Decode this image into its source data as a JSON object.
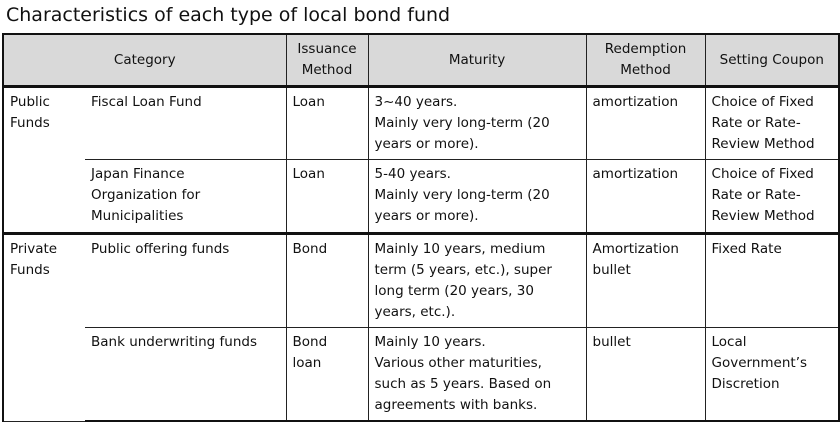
{
  "title": "Characteristics of each type of local bond fund",
  "headers": {
    "category": "Category",
    "issuance": [
      "Issuance",
      "Method"
    ],
    "maturity": "Maturity",
    "redemption": [
      "Redemption",
      "Method"
    ],
    "coupon": "Setting Coupon"
  },
  "groups": [
    {
      "name": [
        "Public",
        "Funds"
      ],
      "rows": [
        {
          "category": [
            "Fiscal Loan Fund"
          ],
          "issuance": [
            "Loan"
          ],
          "maturity": [
            "3~40 years.",
            "Mainly very long-term (20",
            "years or more)."
          ],
          "redemption": [
            "amortization"
          ],
          "coupon": [
            "Choice of Fixed",
            "Rate or Rate-",
            "Review Method"
          ]
        },
        {
          "category": [
            "Japan Finance",
            "Organization for",
            "Municipalities"
          ],
          "issuance": [
            "Loan"
          ],
          "maturity": [
            "5-40 years.",
            "Mainly very long-term (20",
            "years or more)."
          ],
          "redemption": [
            "amortization"
          ],
          "coupon": [
            "Choice of Fixed",
            "Rate or Rate-",
            "Review Method"
          ]
        }
      ]
    },
    {
      "name": [
        "Private",
        "Funds"
      ],
      "rows": [
        {
          "category": [
            "Public offering funds"
          ],
          "issuance": [
            "Bond"
          ],
          "maturity": [
            "Mainly 10 years, medium",
            "term (5 years, etc.), super",
            "long term (20 years, 30",
            "years, etc.)."
          ],
          "redemption": [
            "Amortization",
            "bullet"
          ],
          "coupon": [
            "Fixed Rate"
          ]
        },
        {
          "category": [
            "Bank underwriting funds"
          ],
          "issuance": [
            "Bond",
            "loan"
          ],
          "maturity": [
            "Mainly 10 years.",
            "Various other maturities,",
            "such as 5 years. Based on",
            "agreements with banks."
          ],
          "redemption": [
            "bullet"
          ],
          "coupon": [
            "Local",
            "Government’s",
            "Discretion"
          ]
        }
      ]
    }
  ]
}
